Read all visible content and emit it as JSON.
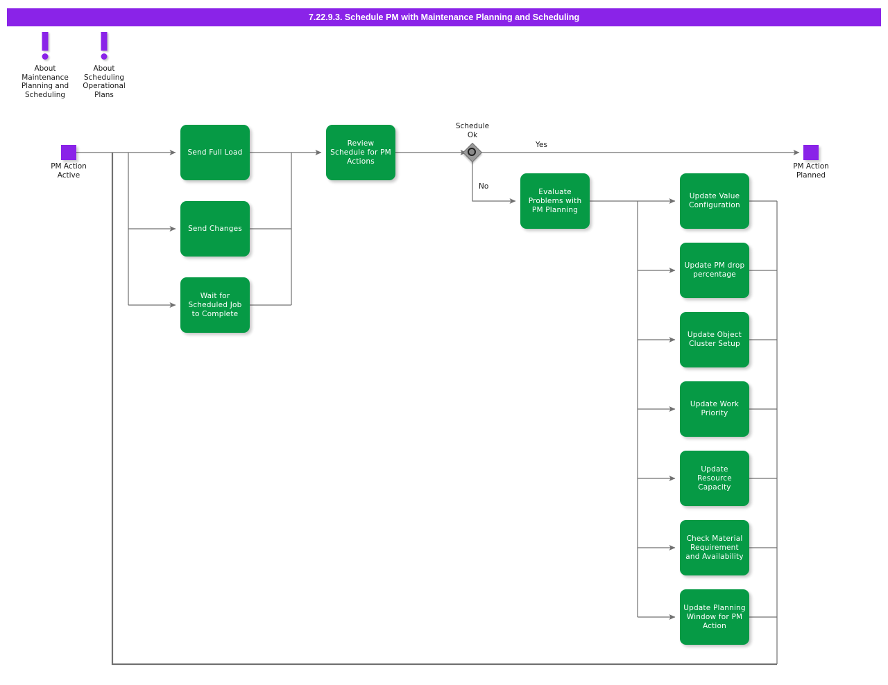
{
  "header": {
    "title": "7.22.9.3. Schedule PM with Maintenance Planning and Scheduling",
    "bar_color": "#8A23E8",
    "text_color": "#FFFFFF"
  },
  "palette": {
    "process_green": "#069A45",
    "terminator_purple": "#8A23E8",
    "decision_gray": "#9A9A9A",
    "connector_gray": "#707070",
    "background": "#FFFFFF"
  },
  "notes": [
    {
      "icon": "exclamation-icon",
      "label": "About\nMaintenance\nPlanning and\nScheduling"
    },
    {
      "icon": "exclamation-icon",
      "label": "About\nScheduling\nOperational\nPlans"
    }
  ],
  "terminators": [
    {
      "id": "start",
      "label": "PM Action\nActive",
      "shape": "square",
      "color": "#8A23E8"
    },
    {
      "id": "end",
      "label": "PM Action\nPlanned",
      "shape": "square",
      "color": "#8A23E8"
    }
  ],
  "decision": {
    "id": "schedule-ok",
    "label": "Schedule\nOk",
    "branches": [
      {
        "label": "Yes",
        "target": "PM Action Planned"
      },
      {
        "label": "No",
        "target": "Evaluate Problems with PM Planning"
      }
    ]
  },
  "processes": [
    {
      "id": "send-full-load",
      "label": "Send Full Load"
    },
    {
      "id": "send-changes",
      "label": "Send Changes"
    },
    {
      "id": "wait-for-scheduled-job-to-complete",
      "label": "Wait for\nScheduled Job\nto Complete"
    },
    {
      "id": "review-schedule-for-pm-actions",
      "label": "Review\nSchedule for PM\nActions"
    },
    {
      "id": "evaluate-problems-with-pm-planning",
      "label": "Evaluate\nProblems with\nPM Planning"
    },
    {
      "id": "update-value-configuration",
      "label": "Update Value\nConfiguration"
    },
    {
      "id": "update-pm-drop-percentage",
      "label": "Update PM drop\npercentage"
    },
    {
      "id": "update-object-cluster-setup",
      "label": "Update Object\nCluster Setup"
    },
    {
      "id": "update-work-priority",
      "label": "Update Work\nPriority"
    },
    {
      "id": "update-resource-capacity",
      "label": "Update\nResource\nCapacity"
    },
    {
      "id": "check-material-requirement-and-availability",
      "label": "Check Material\nRequirement\nand Availability"
    },
    {
      "id": "update-planning-window-for-pm-action",
      "label": "Update Planning\nWindow for PM\nAction"
    }
  ]
}
